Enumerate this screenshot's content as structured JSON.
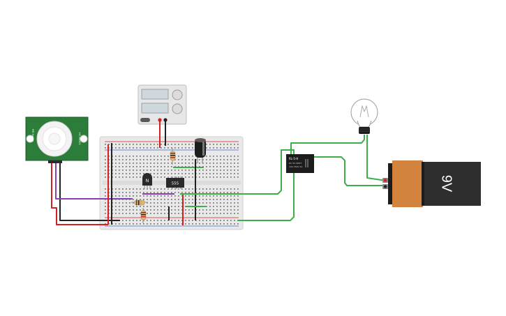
{
  "ic_label": "555",
  "transistor_label": "N",
  "battery_label": "9V",
  "relay_text_1": "RL-5-H",
  "relay_text_2": "DC 5V SPDT",
  "relay_text_3": "10A 250V AC",
  "pir_text_1": "HC-SR501",
  "pir_text_2": "PIR Sensor",
  "colors": {
    "wire_green": "#3fae49",
    "wire_red": "#d62020",
    "wire_black": "#222222",
    "wire_purple": "#8a3fb0",
    "pcb_green": "#2d7d3a",
    "breadboard": "#e9e9e9",
    "battery_body": "#2e2e2e",
    "battery_top": "#d2843f"
  }
}
